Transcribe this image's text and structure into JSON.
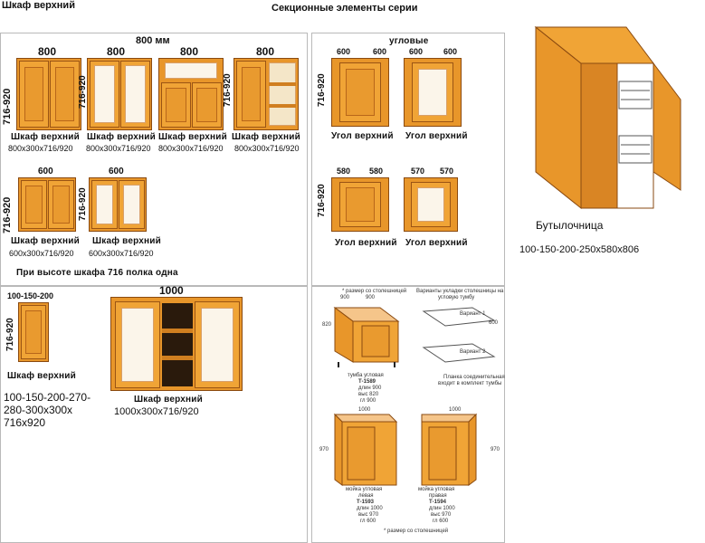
{
  "top_left_title": "Шкаф верхний",
  "header_title": "Секционные элементы серии",
  "section_a": {
    "group_width": "800 мм",
    "items": [
      {
        "width": "800",
        "height": "716-920",
        "name": "Шкаф верхний",
        "size": "800x300x716/920"
      },
      {
        "width": "800",
        "height": "716-920",
        "name": "Шкаф верхний",
        "size": "800x300x716/920"
      },
      {
        "width": "800",
        "name": "Шкаф верхний",
        "size": "800x300x716/920"
      },
      {
        "width": "800",
        "height": "716-920",
        "name": "Шкаф верхний",
        "size": "800x300x716/920"
      }
    ],
    "row2": [
      {
        "width": "600",
        "height": "716-920",
        "name": "Шкаф верхний",
        "size": "600x300x716/920"
      },
      {
        "width": "600",
        "height": "716-920",
        "name": "Шкаф верхний",
        "size": "600x300x716/920"
      }
    ],
    "note": "При высоте шкафа 716 полка одна"
  },
  "section_corner": {
    "title": "угловые",
    "items": [
      {
        "w1": "600",
        "w2": "600",
        "height": "716-920",
        "name": "Угол верхний"
      },
      {
        "w1": "600",
        "w2": "600",
        "name": "Угол верхний"
      },
      {
        "w1": "580",
        "w2": "580",
        "height": "716-920",
        "name": "Угол верхний"
      },
      {
        "w1": "570",
        "w2": "570",
        "name": "Угол верхний"
      }
    ]
  },
  "bottle": {
    "name": "Бутылочница",
    "size": "100-150-200-250х580х806"
  },
  "narrow": {
    "width": "100-150-200",
    "height": "716-920",
    "name": "Шкаф верхний",
    "sizes_line1": "100-150-200-270-",
    "sizes_line2": "280-300х300х",
    "sizes_line3": "716х920"
  },
  "wide": {
    "width": "1000",
    "name": "Шкаф верхний",
    "size": "1000x300x716/920"
  },
  "catalog": {
    "star_note_top": "* размер со столешницей",
    "variants_title_1": "Варианты укладки столешницы на",
    "variants_title_2": "угловую тумбу",
    "variant1": "Вариант 1",
    "variant2": "Вариант 2",
    "plinth_note_1": "Планка соединительная",
    "plinth_note_2": "входит в комплект тумбы",
    "dim_900a": "900",
    "dim_900b": "900",
    "dim_600": "600",
    "dim_820": "820",
    "corner_unit": {
      "l1": "тумба угловая",
      "l2": "Т-1589",
      "l3": "длин 900",
      "l4": "выс 820",
      "l5": "гл 900"
    },
    "sink_left": {
      "l1": "мойка угловая",
      "l2": "левая",
      "l3": "Т-1593",
      "l4": "длин 1000",
      "l5": "выс 970",
      "l6": "гл 600"
    },
    "sink_right": {
      "l1": "мойка угловая",
      "l2": "правая",
      "l3": "Т-1594",
      "l4": "длин 1000",
      "l5": "выс 970",
      "l6": "гл 600"
    },
    "dim_1000a": "1000",
    "dim_1000b": "1000",
    "dim_970a": "970",
    "dim_970b": "970",
    "star_note_bottom": "* размер со столешницей"
  }
}
